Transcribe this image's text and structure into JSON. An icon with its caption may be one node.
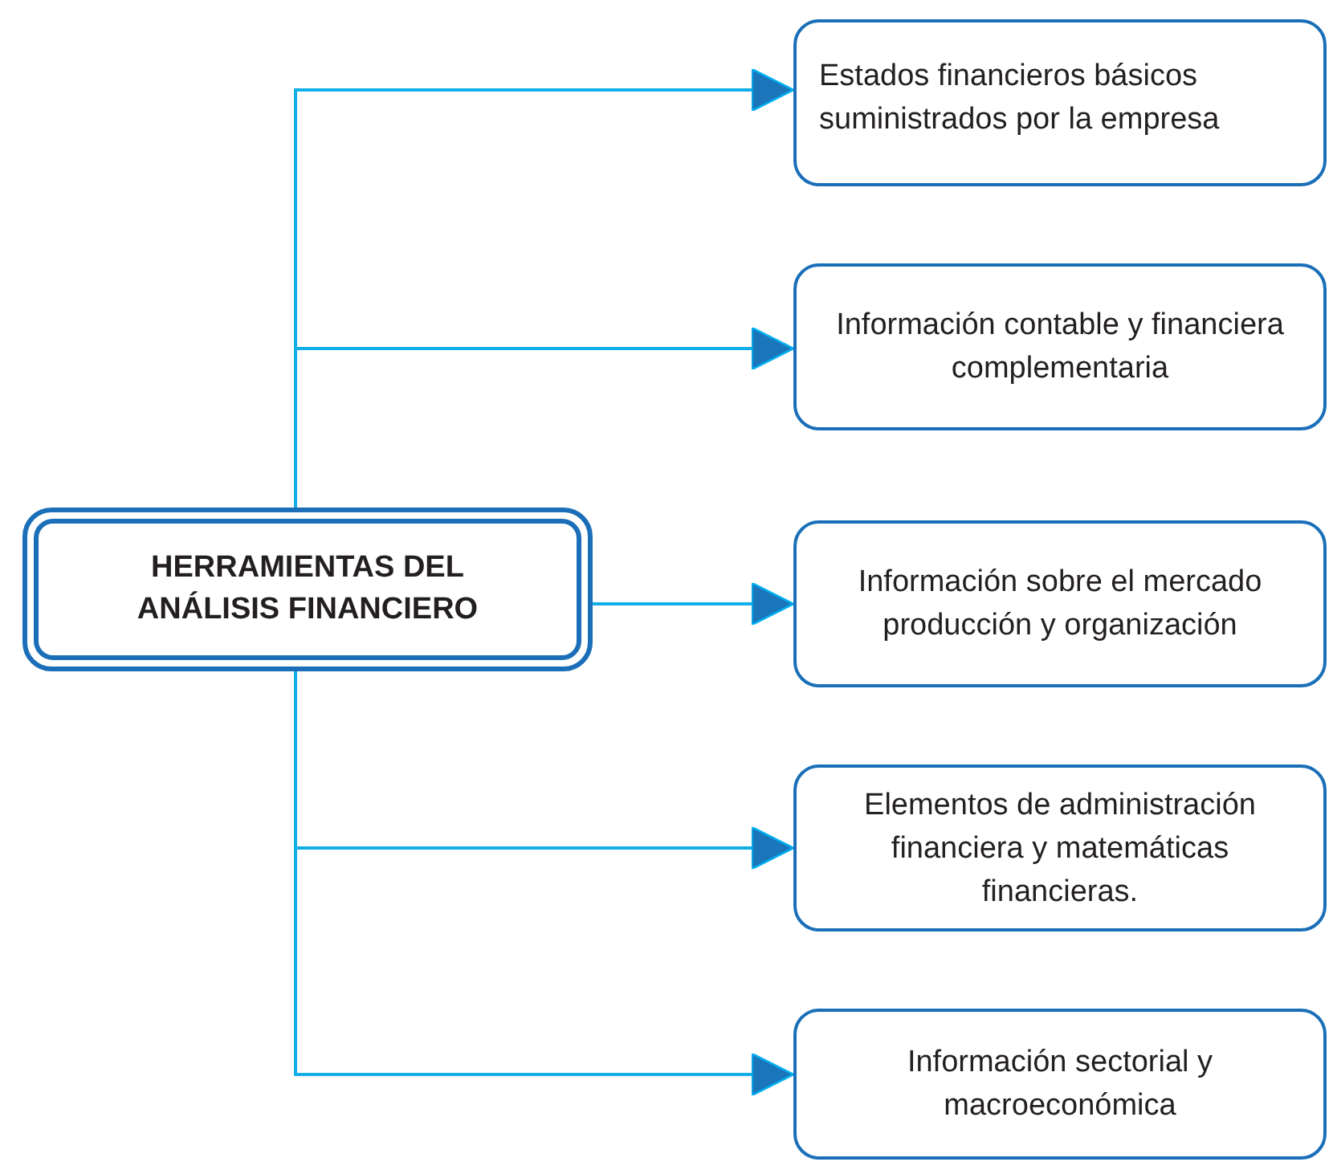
{
  "diagram": {
    "nodes": [
      {
        "text": [
          "HERRAMIENTAS DEL ANÁLISIS FINANCIERO"
        ]
      },
      {
        "text": [
          "Estados financieros  básicos suministrados por la empresa"
        ]
      },
      {
        "text": [
          "Información contable y financiera complementaria"
        ]
      },
      {
        "text": [
          "Información sobre el mercado producción y organización"
        ]
      },
      {
        "text": [
          "Elementos de administración financiera y matemáticas financieras."
        ]
      },
      {
        "text": [
          "Información sectorial y macroeconómica"
        ]
      }
    ],
    "edges": [
      {
        "from": 0,
        "to": 1,
        "arrow": "to"
      },
      {
        "from": 0,
        "to": 2,
        "arrow": "to"
      },
      {
        "from": 0,
        "to": 3,
        "arrow": "to"
      },
      {
        "from": 0,
        "to": 4,
        "arrow": "to"
      },
      {
        "from": 0,
        "to": 5,
        "arrow": "to"
      }
    ]
  }
}
